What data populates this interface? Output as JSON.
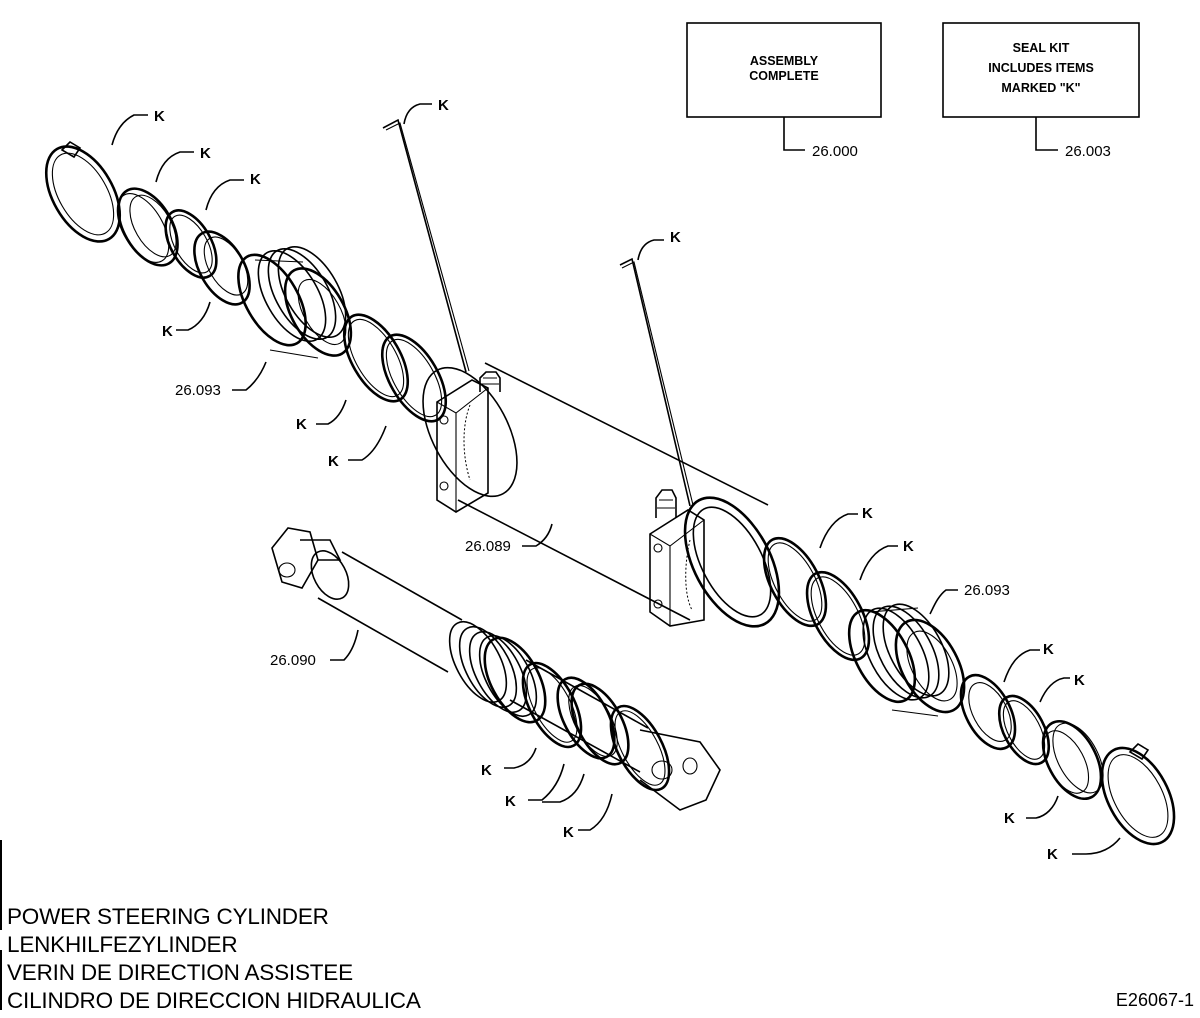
{
  "boxes": {
    "assembly": [
      "ASSEMBLY",
      "COMPLETE"
    ],
    "assembly_ref": "26.000",
    "seal_kit": [
      "SEAL KIT",
      "INCLUDES ITEMS",
      "MARKED \"K\""
    ],
    "seal_kit_ref": "26.003"
  },
  "part_labels": {
    "piston_left": "26.093",
    "cylinder": "26.089",
    "rod": "26.090",
    "piston_right": "26.093"
  },
  "seal_marker": "K",
  "title_lines": [
    "POWER STEERING CYLINDER",
    "LENKHILFEZYLINDER",
    "VERIN DE DIRECTION ASSISTEE",
    "CILINDRO DE DIRECCION HIDRAULICA"
  ],
  "figure_code": "E26067-1"
}
